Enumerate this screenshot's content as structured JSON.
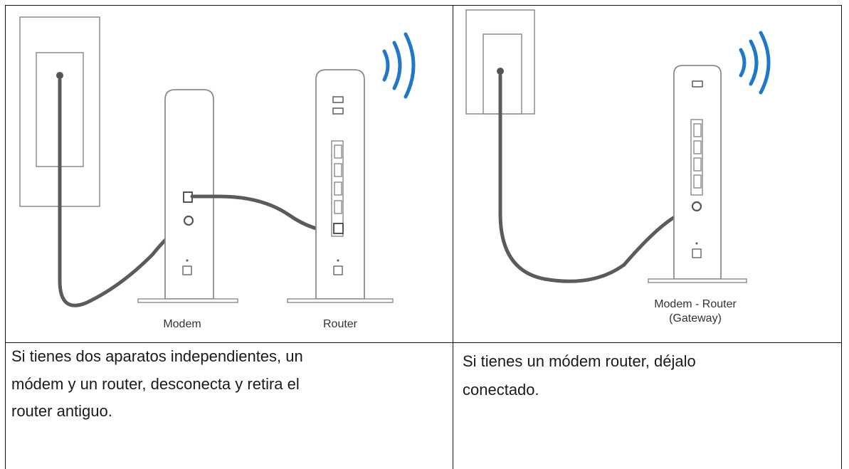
{
  "left_panel": {
    "modem_label": "Modem",
    "router_label": "Router",
    "caption_lines": [
      "Si tienes dos aparatos independientes, un",
      "módem y un router, desconecta y retira el",
      "router antiguo."
    ]
  },
  "right_panel": {
    "gateway_label_line1": "Modem - Router",
    "gateway_label_line2": "(Gateway)",
    "caption_lines": [
      "Si tienes un módem router, déjalo",
      "conectado."
    ]
  },
  "colors": {
    "wifi_waves": "#1f78c8",
    "cable": "#5b5b5b",
    "device_outline": "#8c8c8c",
    "table_border": "#111111"
  }
}
